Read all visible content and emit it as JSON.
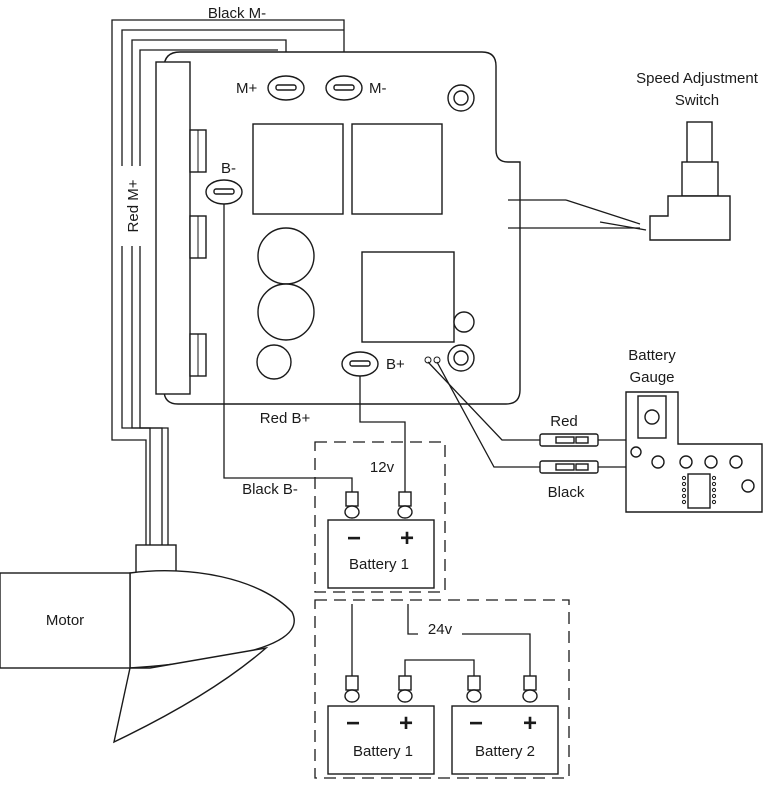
{
  "labels": {
    "black_m_minus": "Black M-",
    "red_m_plus": "Red M+",
    "m_plus": "M+",
    "m_minus": "M-",
    "b_minus": "B-",
    "b_plus": "B+",
    "red_b_plus": "Red B+",
    "black_b_minus": "Black B-",
    "speed_switch_line1": "Speed Adjustment",
    "speed_switch_line2": "Switch",
    "battery_gauge_line1": "Battery",
    "battery_gauge_line2": "Gauge",
    "gauge_red": "Red",
    "gauge_black": "Black",
    "motor": "Motor",
    "config_12v": "12v",
    "config_24v": "24v",
    "battery_12v": "Battery 1",
    "battery_24v_1": "Battery 1",
    "battery_24v_2": "Battery 2",
    "minus_sign": "−",
    "plus_sign": "+"
  }
}
